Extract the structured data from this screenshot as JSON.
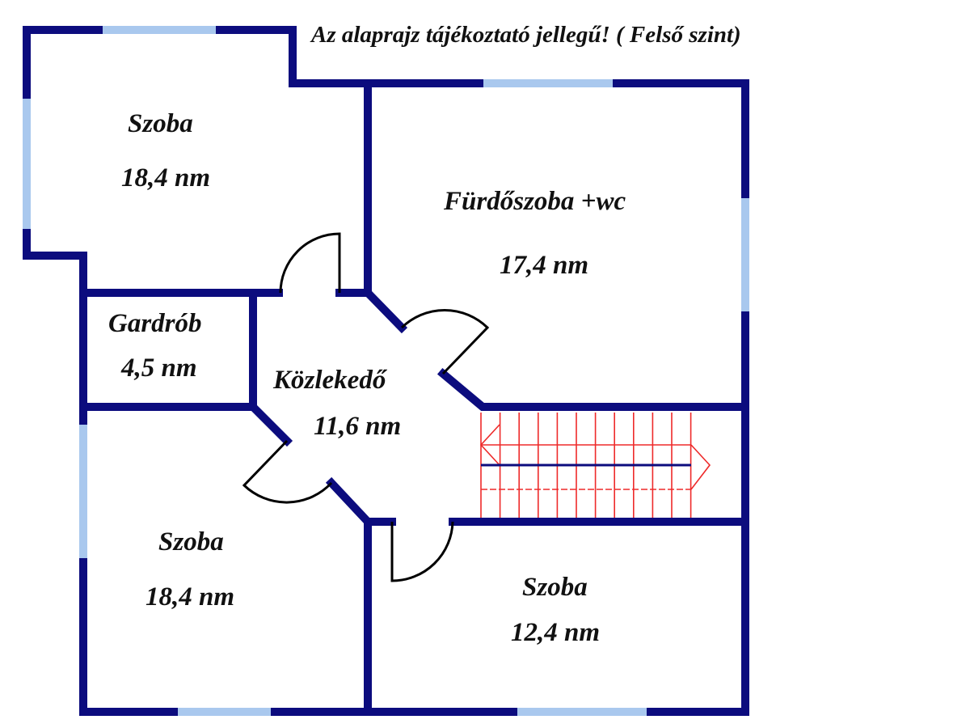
{
  "title": "Az alaprajz tájékoztató jellegű! ( Felső szint)",
  "rooms": [
    {
      "name": "Szoba",
      "area": "18,4 nm"
    },
    {
      "name": "Fürdőszoba +wc",
      "area": "17,4 nm"
    },
    {
      "name": "Gardrób",
      "area": "4,5 nm"
    },
    {
      "name": "Közlekedő",
      "area": "11,6 nm"
    },
    {
      "name": "Szoba",
      "area": "18,4 nm"
    },
    {
      "name": "Szoba",
      "area": "12,4 nm"
    }
  ],
  "colors": {
    "wall": "#0c0c7e",
    "window": "#a9c8ee",
    "stairs": "#ee2a2a"
  }
}
